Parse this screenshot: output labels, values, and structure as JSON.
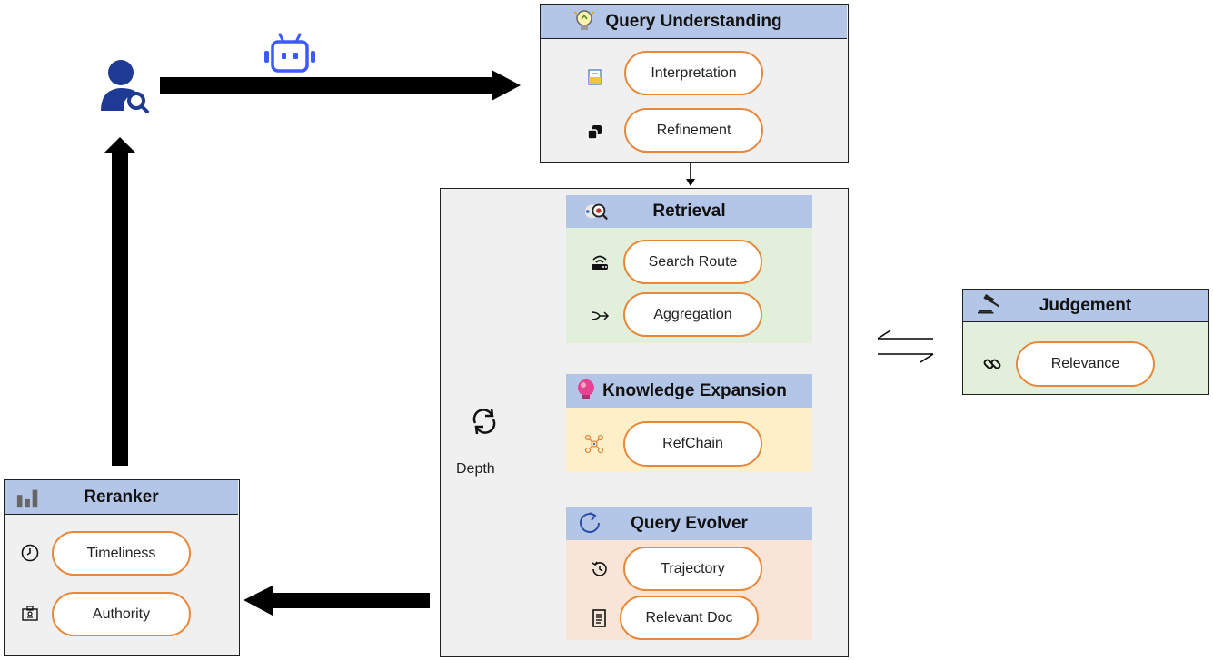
{
  "colors": {
    "header_blue": "#b4c6e7",
    "pill_border": "#e8883a",
    "user_icon": "#1f3a93",
    "bot_icon": "#3d5afe",
    "retrieval_band": "#e2efda",
    "expansion_band": "#fdf0c8",
    "evolver_band": "#f8e5d8",
    "judgement_band": "#e2efda",
    "panel_gray": "#f0f0f0"
  },
  "query_understanding": {
    "title": "Query Understanding",
    "icon": "lightbulb-icon",
    "items": [
      {
        "label": "Interpretation",
        "icon": "document-edit-icon"
      },
      {
        "label": "Refinement",
        "icon": "layers-icon"
      }
    ]
  },
  "retrieval": {
    "title": "Retrieval",
    "icon": "magnifier-network-icon",
    "items": [
      {
        "label": "Search Route",
        "icon": "router-icon"
      },
      {
        "label": "Aggregation",
        "icon": "merge-arrow-icon"
      }
    ]
  },
  "knowledge_expansion": {
    "title": "Knowledge Expansion",
    "icon": "bulb-pink-icon",
    "items": [
      {
        "label": "RefChain",
        "icon": "network-icon"
      }
    ]
  },
  "query_evolver": {
    "title": "Query Evolver",
    "icon": "refresh-circle-icon",
    "items": [
      {
        "label": "Trajectory",
        "icon": "history-icon"
      },
      {
        "label": "Relevant Doc",
        "icon": "document-list-icon"
      }
    ]
  },
  "loop": {
    "label": "Depth",
    "icon": "sync-icon"
  },
  "judgement": {
    "title": "Judgement",
    "icon": "gavel-icon",
    "items": [
      {
        "label": "Relevance",
        "icon": "link-icon"
      }
    ]
  },
  "reranker": {
    "title": "Reranker",
    "icon": "bar-chart-icon",
    "items": [
      {
        "label": "Timeliness",
        "icon": "clock-icon"
      },
      {
        "label": "Authority",
        "icon": "badge-icon"
      }
    ]
  },
  "actors": {
    "user_icon": "user-search-icon",
    "bot_icon": "robot-icon"
  }
}
